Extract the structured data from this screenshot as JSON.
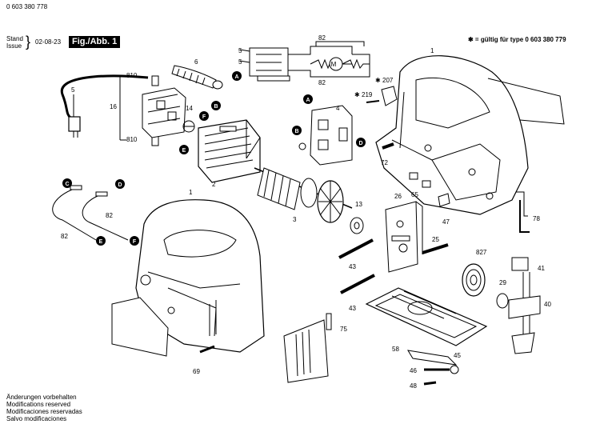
{
  "header": {
    "doc_number": "0 603 380 778",
    "stand_label": "Stand",
    "issue_label": "Issue",
    "date": "02-08-23",
    "fig_label": "Fig./Abb. 1",
    "validity_note": "✱ = gültig für type 0 603 380 779"
  },
  "callouts": [
    "A",
    "B",
    "C",
    "D",
    "E",
    "F"
  ],
  "parts": {
    "p1": "1",
    "p2": "2",
    "p3": "3",
    "p4": "4",
    "p5": "5",
    "p6": "6",
    "p13": "13",
    "p14": "14",
    "p16": "16",
    "p25": "25",
    "p26": "26",
    "p29": "29",
    "p40": "40",
    "p41": "41",
    "p43": "43",
    "p45": "45",
    "p46": "46",
    "p47": "47",
    "p48": "48",
    "p58": "58",
    "p65": "65",
    "p69": "69",
    "p72": "72",
    "p75": "75",
    "p78": "78",
    "p82": "82",
    "p207": "207",
    "p219": "219",
    "p810": "810",
    "p827": "827"
  },
  "schematic": {
    "motor_label": "M"
  },
  "footer": {
    "line1": "Änderungen vorbehalten",
    "line2": "Modifications reserved",
    "line3": "Modificaciones reservadas",
    "line4": "Salvo modificaciones"
  }
}
